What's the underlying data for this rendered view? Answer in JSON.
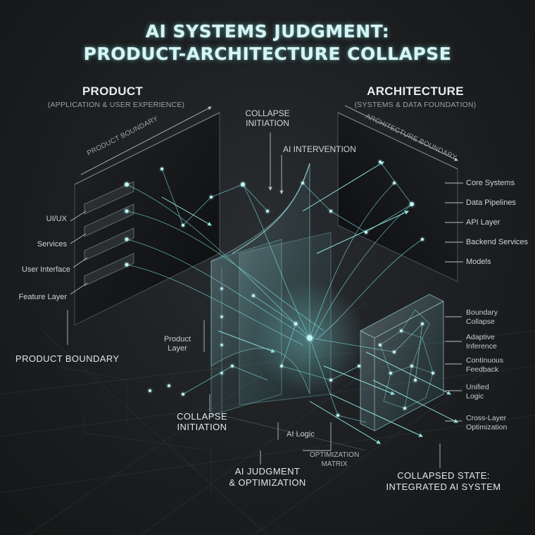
{
  "title": {
    "line1": "AI SYSTEMS JUDGMENT:",
    "line2": "PRODUCT-ARCHITECTURE COLLAPSE"
  },
  "product": {
    "heading": "PRODUCT",
    "subheading": "(APPLICATION & USER EXPERIENCE)",
    "boundary_label": "PRODUCT BOUNDARY",
    "layers": [
      "UI/UX",
      "Services",
      "User Interface",
      "Feature Layer"
    ],
    "bottom_label": "PRODUCT BOUNDARY"
  },
  "architecture": {
    "heading": "ARCHITECTURE",
    "subheading": "(SYSTEMS & DATA FOUNDATION)",
    "boundary_label": "ARCHITECTURE BOUNDARY",
    "layers": [
      "Core Systems",
      "Data Pipelines",
      "API Layer",
      "Backend Services",
      "Models"
    ]
  },
  "center": {
    "collapse_initiation_top": [
      "COLLAPSE",
      "INITIATION"
    ],
    "ai_intervention": "AI INTERVENTION",
    "product_layer": [
      "Product",
      "Layer"
    ],
    "collapse_initiation_bottom": [
      "COLLAPSE",
      "INITIATION"
    ],
    "ai_logic": "AI Logic",
    "optimization_matrix": [
      "OPTIMIZATION",
      "MATRIX"
    ],
    "ai_judgment": [
      "AI JUDGMENT",
      "& OPTIMIZATION"
    ]
  },
  "collapsed": {
    "items": [
      [
        "Boundary",
        "Collapse"
      ],
      [
        "Adaptive",
        "Inference"
      ],
      [
        "Continuous",
        "Feedback"
      ],
      [
        "Unified",
        "Logic"
      ],
      [
        "Cross-Layer",
        "Optimization"
      ]
    ],
    "state_label": [
      "COLLAPSED STATE:",
      "INTEGRATED AI SYSTEM"
    ]
  },
  "colors": {
    "accent": "#7fe6e6",
    "glow": "#48c9c9",
    "panel": "#0f1112",
    "background": "#1c1e20"
  }
}
